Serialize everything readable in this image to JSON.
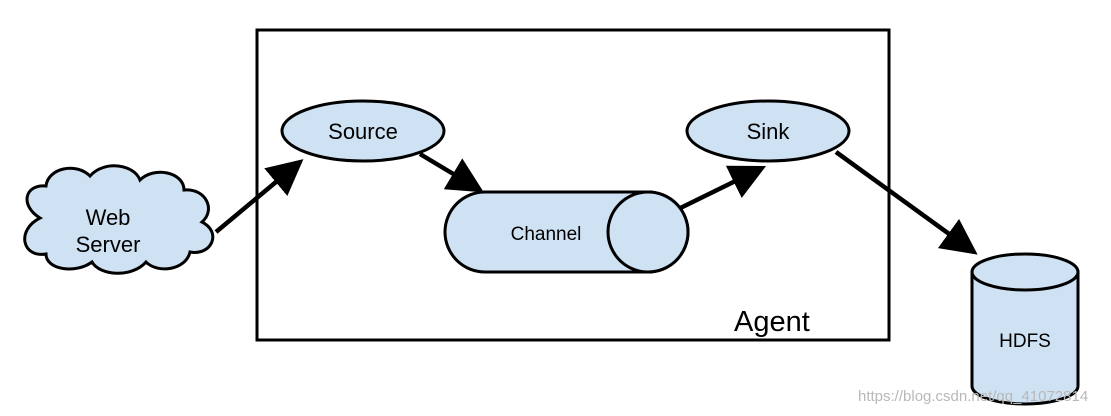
{
  "nodes": {
    "web_server": {
      "line1": "Web",
      "line2": "Server"
    },
    "source": {
      "label": "Source"
    },
    "channel": {
      "label": "Channel"
    },
    "sink": {
      "label": "Sink"
    },
    "hdfs": {
      "label": "HDFS"
    }
  },
  "agent": {
    "label": "Agent"
  },
  "watermark": {
    "text": "https://blog.csdn.net/qq_41072814"
  },
  "colors": {
    "node_fill": "#cfe2f3",
    "stroke": "#000000",
    "watermark": "#b8b8b8"
  }
}
